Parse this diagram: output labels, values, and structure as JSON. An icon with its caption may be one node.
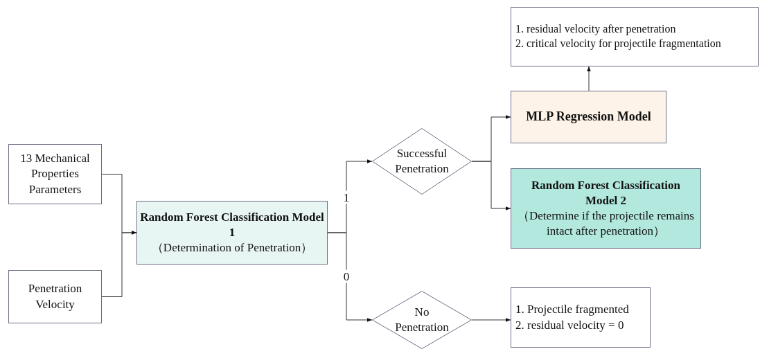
{
  "diagram": {
    "nodes": [
      {
        "text": [
          "13 Mechanical Properties Parameters"
        ]
      },
      {
        "text": [
          "Penetration Velocity"
        ]
      },
      {
        "text": [
          "Random Forest Classification Model 1",
          "（Determination of Penetration）"
        ]
      },
      {
        "text": [
          "Successful Penetration"
        ]
      },
      {
        "text": [
          "No Penetration"
        ]
      },
      {
        "text": [
          "1. residual velocity after penetration",
          "2. critical velocity for projectile fragmentation"
        ]
      },
      {
        "text": [
          "MLP Regression Model"
        ]
      },
      {
        "text": [
          "Random Forest Classification Model 2",
          "（Determine if the projectile remains intact after penetration）"
        ]
      },
      {
        "text": [
          "1. Projectile fragmented",
          "2. residual velocity = 0"
        ]
      }
    ],
    "edges": [
      {
        "from": 0,
        "to": 2,
        "arrow": "to"
      },
      {
        "from": 1,
        "to": 2,
        "arrow": "to"
      },
      {
        "from": 2,
        "to": 3,
        "arrow": "to",
        "label": "1"
      },
      {
        "from": 2,
        "to": 4,
        "arrow": "to",
        "label": "0"
      },
      {
        "from": 3,
        "to": 6,
        "arrow": "to"
      },
      {
        "from": 3,
        "to": 7,
        "arrow": "to"
      },
      {
        "from": 6,
        "to": 5,
        "arrow": "to"
      },
      {
        "from": 4,
        "to": 8,
        "arrow": "to"
      }
    ]
  }
}
